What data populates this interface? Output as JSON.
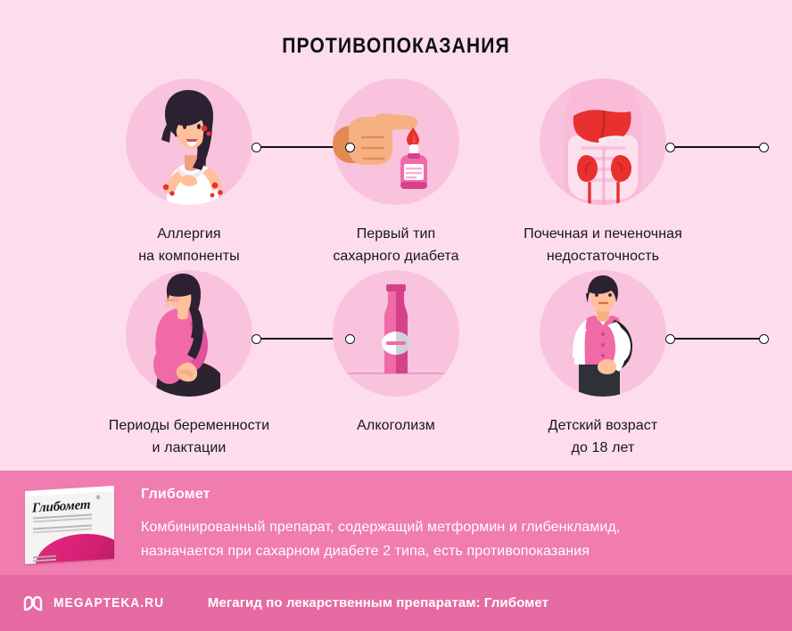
{
  "title": "ПРОТИВОПОКАЗАНИЯ",
  "colors": {
    "background": "#fdddec",
    "circle": "#f9c3dd",
    "band": "#f07cb0",
    "footer": "#e66ba2",
    "text": "#16161f",
    "connector": "#121218",
    "accent_red": "#e8302f",
    "accent_magenta": "#e6277f"
  },
  "items": [
    {
      "icon": "allergy-woman-icon",
      "label": "Аллергия\nна компоненты"
    },
    {
      "icon": "finger-blood-drop-glucometer-icon",
      "label": "Первый тип\nсахарного диабета"
    },
    {
      "icon": "liver-kidneys-icon",
      "label": "Почечная и печеночная\nнедостаточность"
    },
    {
      "icon": "pregnant-woman-icon",
      "label": "Периоды беременности\nи лактации"
    },
    {
      "icon": "alcohol-bottle-icon",
      "label": "Алкоголизм"
    },
    {
      "icon": "schoolboy-backpack-icon",
      "label": "Детский возраст\nдо 18 лет"
    }
  ],
  "product": {
    "box_name": "Глибомет",
    "name": "Глибомет",
    "description": "Комбинированный препарат, содержащий метформин и глибенкламид,\nназначается при сахарном диабете 2 типа, есть противопоказания"
  },
  "footer": {
    "logo_text": "MEGAPTEKA.RU",
    "caption": "Мегагид по лекарственным препаратам: Глибомет"
  }
}
